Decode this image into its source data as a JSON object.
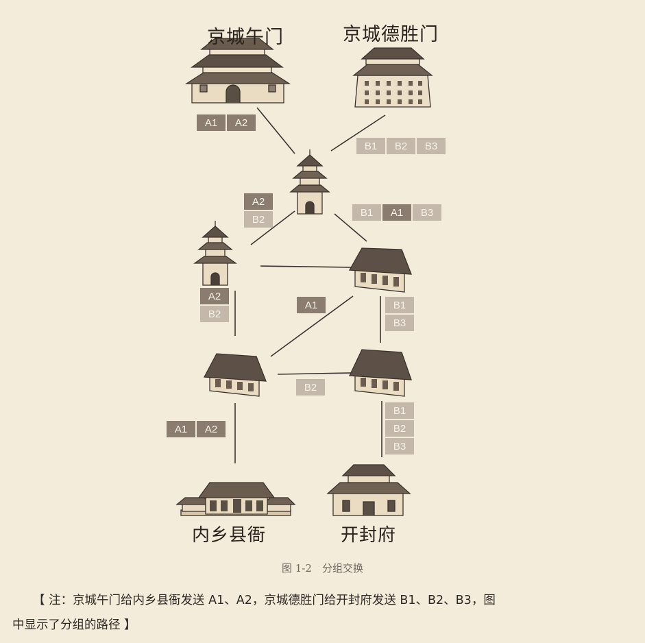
{
  "nodes": {
    "src_a": {
      "label": "京城午门"
    },
    "src_b": {
      "label": "京城德胜门"
    },
    "dst_a": {
      "label": "内乡县衙"
    },
    "dst_b": {
      "label": "开封府"
    }
  },
  "packets": {
    "g1": [
      "A1",
      "A2"
    ],
    "g2": [
      "B1",
      "B2",
      "B3"
    ],
    "g3": [
      "A2",
      "B2"
    ],
    "g4": [
      "B1",
      "A1",
      "B3"
    ],
    "g5": [
      "A2",
      "B2"
    ],
    "g6": [
      "A1"
    ],
    "g7": [
      "B1",
      "B3"
    ],
    "g8": [
      "B2"
    ],
    "g9": [
      "A1",
      "A2"
    ],
    "g10": [
      "B1",
      "B2",
      "B3"
    ]
  },
  "colors": {
    "dark": "#8a7c6e",
    "mid": "#a2968a",
    "light": "#c4b8aa",
    "background": "#f3ecdb",
    "line": "#3a3530"
  },
  "caption": "图 1-2　分组交换",
  "note": {
    "line1": "【 注：京城午门给内乡县衙发送 A1、A2，京城德胜门给开封府发送 B1、B2、B3，图",
    "line2": "中显示了分组的路径 】"
  }
}
